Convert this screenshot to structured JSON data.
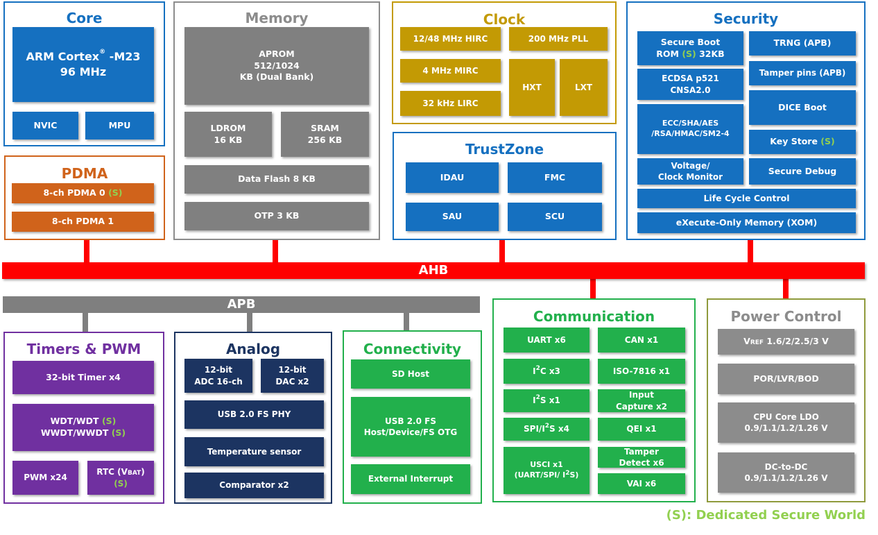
{
  "core": {
    "title": "Core",
    "cpu": {
      "name_a": "ARM Cortex",
      "name_sup": "®",
      "name_b": " -M23",
      "speed": "96 MHz"
    },
    "nvic": "NVIC",
    "mpu": "MPU"
  },
  "pdma": {
    "title": "PDMA",
    "ch0": "8-ch PDMA 0",
    "ch0_tag": "(S)",
    "ch1": "8-ch PDMA 1"
  },
  "memory": {
    "title": "Memory",
    "aprom": "APROM\n512/1024\nKB (Dual Bank)",
    "ldrom": "LDROM\n16 KB",
    "sram": "SRAM\n256 KB",
    "dataflash": "Data Flash 8 KB",
    "otp": "OTP 3 KB"
  },
  "clock": {
    "title": "Clock",
    "hirc": "12/48 MHz HIRC",
    "pll": "200 MHz PLL",
    "mirc": "4 MHz MIRC",
    "lirc": "32 kHz LIRC",
    "hxt": "HXT",
    "lxt": "LXT"
  },
  "trustzone": {
    "title": "TrustZone",
    "idau": "IDAU",
    "fmc": "FMC",
    "sau": "SAU",
    "scu": "SCU"
  },
  "security": {
    "title": "Security",
    "secure_boot_a": "Secure Boot",
    "secure_boot_b": "ROM ",
    "secure_boot_tag": "(S)",
    "secure_boot_c": " 32KB",
    "trng": "TRNG (APB)",
    "ecdsa": "ECDSA p521\nCNSA2.0",
    "tamper_pins": "Tamper pins (APB)",
    "ecc": "ECC/SHA/AES\n/RSA/HMAC/SM2-4",
    "dice": "DICE Boot",
    "keystore": "Key Store ",
    "keystore_tag": "(S)",
    "voltage": "Voltage/\nClock Monitor",
    "secure_debug": "Secure Debug",
    "lifecycle": "Life Cycle Control",
    "xom": "eXecute-Only Memory (XOM)"
  },
  "buses": {
    "ahb": "AHB",
    "apb": "APB"
  },
  "timers": {
    "title": "Timers & PWM",
    "timer32": "32-bit Timer x4",
    "wdt_a": "WDT/WDT ",
    "wdt_tag": "(S)",
    "wwdt_a": "WWDT/WWDT ",
    "wwdt_tag": "(S)",
    "pwm": "PWM x24",
    "rtc_a": "RTC (V",
    "rtc_sub": "BAT",
    "rtc_b": ")",
    "rtc_tag": "(S)"
  },
  "analog": {
    "title": "Analog",
    "adc": "12-bit\nADC 16-ch",
    "dac": "12-bit\nDAC x2",
    "usbphy": "USB 2.0 FS PHY",
    "temp": "Temperature sensor",
    "comp": "Comparator x2"
  },
  "connectivity": {
    "title": "Connectivity",
    "sdhost": "SD Host",
    "usb": "USB 2.0 FS\nHost/Device/FS OTG",
    "extint": "External Interrupt"
  },
  "communication": {
    "title": "Communication",
    "uart": "UART x6",
    "can": "CAN x1",
    "i2c_a": "I",
    "i2c_sup": "2",
    "i2c_b": "C x3",
    "iso": "ISO-7816 x1",
    "i2s_a": "I",
    "i2s_sup": "2",
    "i2s_b": "S x1",
    "input_capture": "Input\nCapture x2",
    "spi_a": "SPI/I",
    "spi_sup": "2",
    "spi_b": "S x4",
    "qei": "QEI x1",
    "usci_a": "USCI x1",
    "usci_b1": "(UART/SPI/ I",
    "usci_sup": "2",
    "usci_b2": "S)",
    "tamper": "Tamper\nDetect x6",
    "vai": "VAI x6"
  },
  "power": {
    "title": "Power Control",
    "vref_a": "V",
    "vref_sub": "REF",
    "vref_b": " 1.6/2/2.5/3 V",
    "por": "POR/LVR/BOD",
    "ldo": "CPU Core LDO\n0.9/1.1/1.2/1.26 V",
    "dcdc": "DC-to-DC\n0.9/1.1/1.2/1.26 V"
  },
  "footer": "(S): Dedicated Secure World",
  "colors": {
    "core_blue": "#1570c0",
    "ahb_red": "#ff0000",
    "apb_gray": "#7f7f7f",
    "pdma_orange": "#d0631b",
    "clock_gold": "#c39a04",
    "timer_purple": "#7030a0",
    "analog_navy": "#1c3461",
    "comm_green": "#22b04c",
    "secure_tag_green": "#92d050",
    "power_olive": "#8f9a3c"
  }
}
